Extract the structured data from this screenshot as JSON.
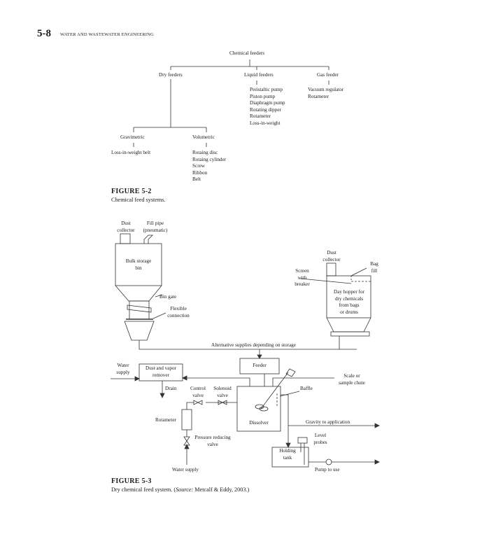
{
  "header": {
    "page_number": "5-8",
    "running_title": "WATER AND WASTEWATER ENGINEERING"
  },
  "figure_5_2": {
    "root": "Chemical feeders",
    "branches": {
      "dry": {
        "label": "Dry feeders",
        "gravimetric": {
          "label": "Gravimetric",
          "items": [
            "Loss-in-weight belt"
          ]
        },
        "volumetric": {
          "label": "Volumetric",
          "items": [
            "Rotaing disc",
            "Rotaing cylinder",
            "Screw",
            "Ribbon",
            "Belt"
          ]
        }
      },
      "liquid": {
        "label": "Liquid feeders",
        "items": [
          "Peristaltic pump",
          "Piston pump",
          "Diaphragm pump",
          "Rotating dipper",
          "Rotameter",
          "Loss-in-weight"
        ]
      },
      "gas": {
        "label": "Gas feeder",
        "items": [
          "Vacuum regulator",
          "Rotameter"
        ]
      }
    },
    "label": "FIGURE 5-2",
    "caption": "Chemical feed systems."
  },
  "figure_5_3": {
    "labels": {
      "dust_collector_1": [
        "Dust",
        "collector"
      ],
      "fill_pipe": [
        "Fill pipe",
        "(pneumatic)"
      ],
      "bulk_storage": [
        "Bulk storage",
        "bin"
      ],
      "bin_gate": "Bin gate",
      "flexible_connection": [
        "Flexible",
        "connection"
      ],
      "dust_collector_2": [
        "Dust",
        "collector"
      ],
      "bag_fill": [
        "Bag",
        "fill"
      ],
      "screen_breaker": [
        "Screen",
        "with",
        "breaker"
      ],
      "day_hopper": [
        "Day hopper for",
        "dry chemicals",
        "from bags",
        "or drums"
      ],
      "alt_supplies": "Alternative supplies depending on storage",
      "water_supply_1": [
        "Water",
        "supply"
      ],
      "dust_vapor": [
        "Dust and vapor",
        "remover"
      ],
      "feeder": "Feeder",
      "scale_chute": [
        "Scale or",
        "sample chute"
      ],
      "drain": "Drain",
      "control_valve": [
        "Control",
        "valve"
      ],
      "solenoid_valve": [
        "Solenoid",
        "valve"
      ],
      "baffle": "Baffle",
      "rotameter": "Rotameter",
      "dissolver": "Dissolver",
      "gravity": "Gravity to application",
      "pressure_valve": [
        "Pressure reducing",
        "valve"
      ],
      "level_probes": [
        "Level",
        "probes"
      ],
      "holding_tank": [
        "Holding",
        "tank"
      ],
      "water_supply_2": "Water supply",
      "pump": "Pump to use"
    },
    "label": "FIGURE 5-3",
    "caption_prefix": "Dry chemical feed system. (",
    "caption_source_word": "Source:",
    "caption_suffix": " Metcalf & Eddy, 2003.)"
  }
}
